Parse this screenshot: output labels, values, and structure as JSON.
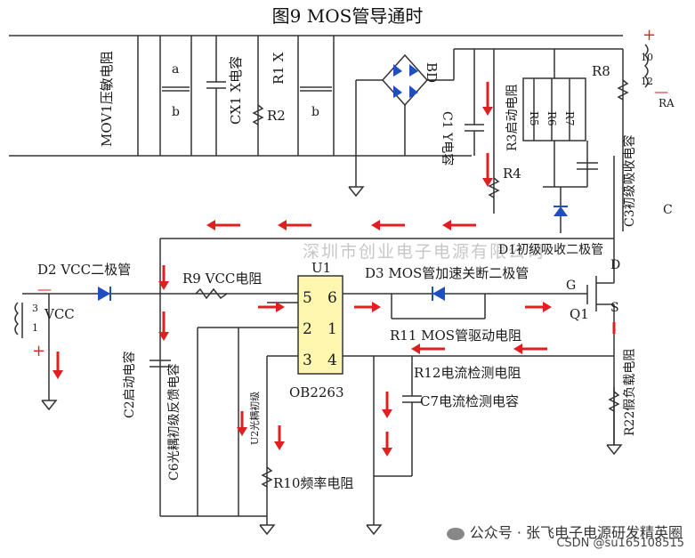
{
  "title": "图9 MOS管导通时",
  "labels": {
    "mov1": "MOV1压敏电阻",
    "a": "a",
    "b1": "b",
    "cx1": "CX1 X电容",
    "r1": "R1 X",
    "r2": "R2",
    "b2": "b",
    "bd": "BD",
    "c1": "C1 Y电容",
    "r3": "R3启动电阻",
    "r4": "R4",
    "r5": "R5",
    "r6": "R6",
    "r7": "R7",
    "r8": "R8",
    "c3": "C3初级吸收电容",
    "pin10": "10",
    "pin12": "12",
    "ra": "RA",
    "d1": "D1初级吸收二极管",
    "d": "D",
    "g": "G",
    "s": "S",
    "q1": "Q1",
    "c_right": "C",
    "d2": "D2 VCC二极管",
    "r9": "R9 VCC电阻",
    "u1": "U1",
    "d3": "D3 MOS管加速关断二极管",
    "vcc": "VCC",
    "pin3": "3",
    "pin1": "1",
    "p5": "5",
    "p6": "6",
    "p2": "2",
    "p1": "1",
    "p3": "3",
    "p4": "4",
    "r11": "R11 MOS管驱动电阻",
    "r12": "R12电流检测电阻",
    "ob": "OB2263",
    "c7": "C7电流检测电容",
    "c2": "C2启动电容",
    "c6": "C6光耦初级反馈电容",
    "opto": "U2光耦初级",
    "r10": "R10频率电阻",
    "r22": "R22假负载电阻",
    "minus1": "—",
    "plus1": "+",
    "plus_top": "+",
    "minus_top": "—",
    "shenzhen": "深圳市创业电子电源有限公司"
  },
  "watermark": {
    "line1": "公众号 · 张飞电子电源研发精英圈",
    "line2": "CSDN @su165108515"
  },
  "colors": {
    "wire": "#2b2b2b",
    "arrow": "#e02020",
    "chip": "#fff7b0",
    "diode": "#1f4fbf"
  }
}
